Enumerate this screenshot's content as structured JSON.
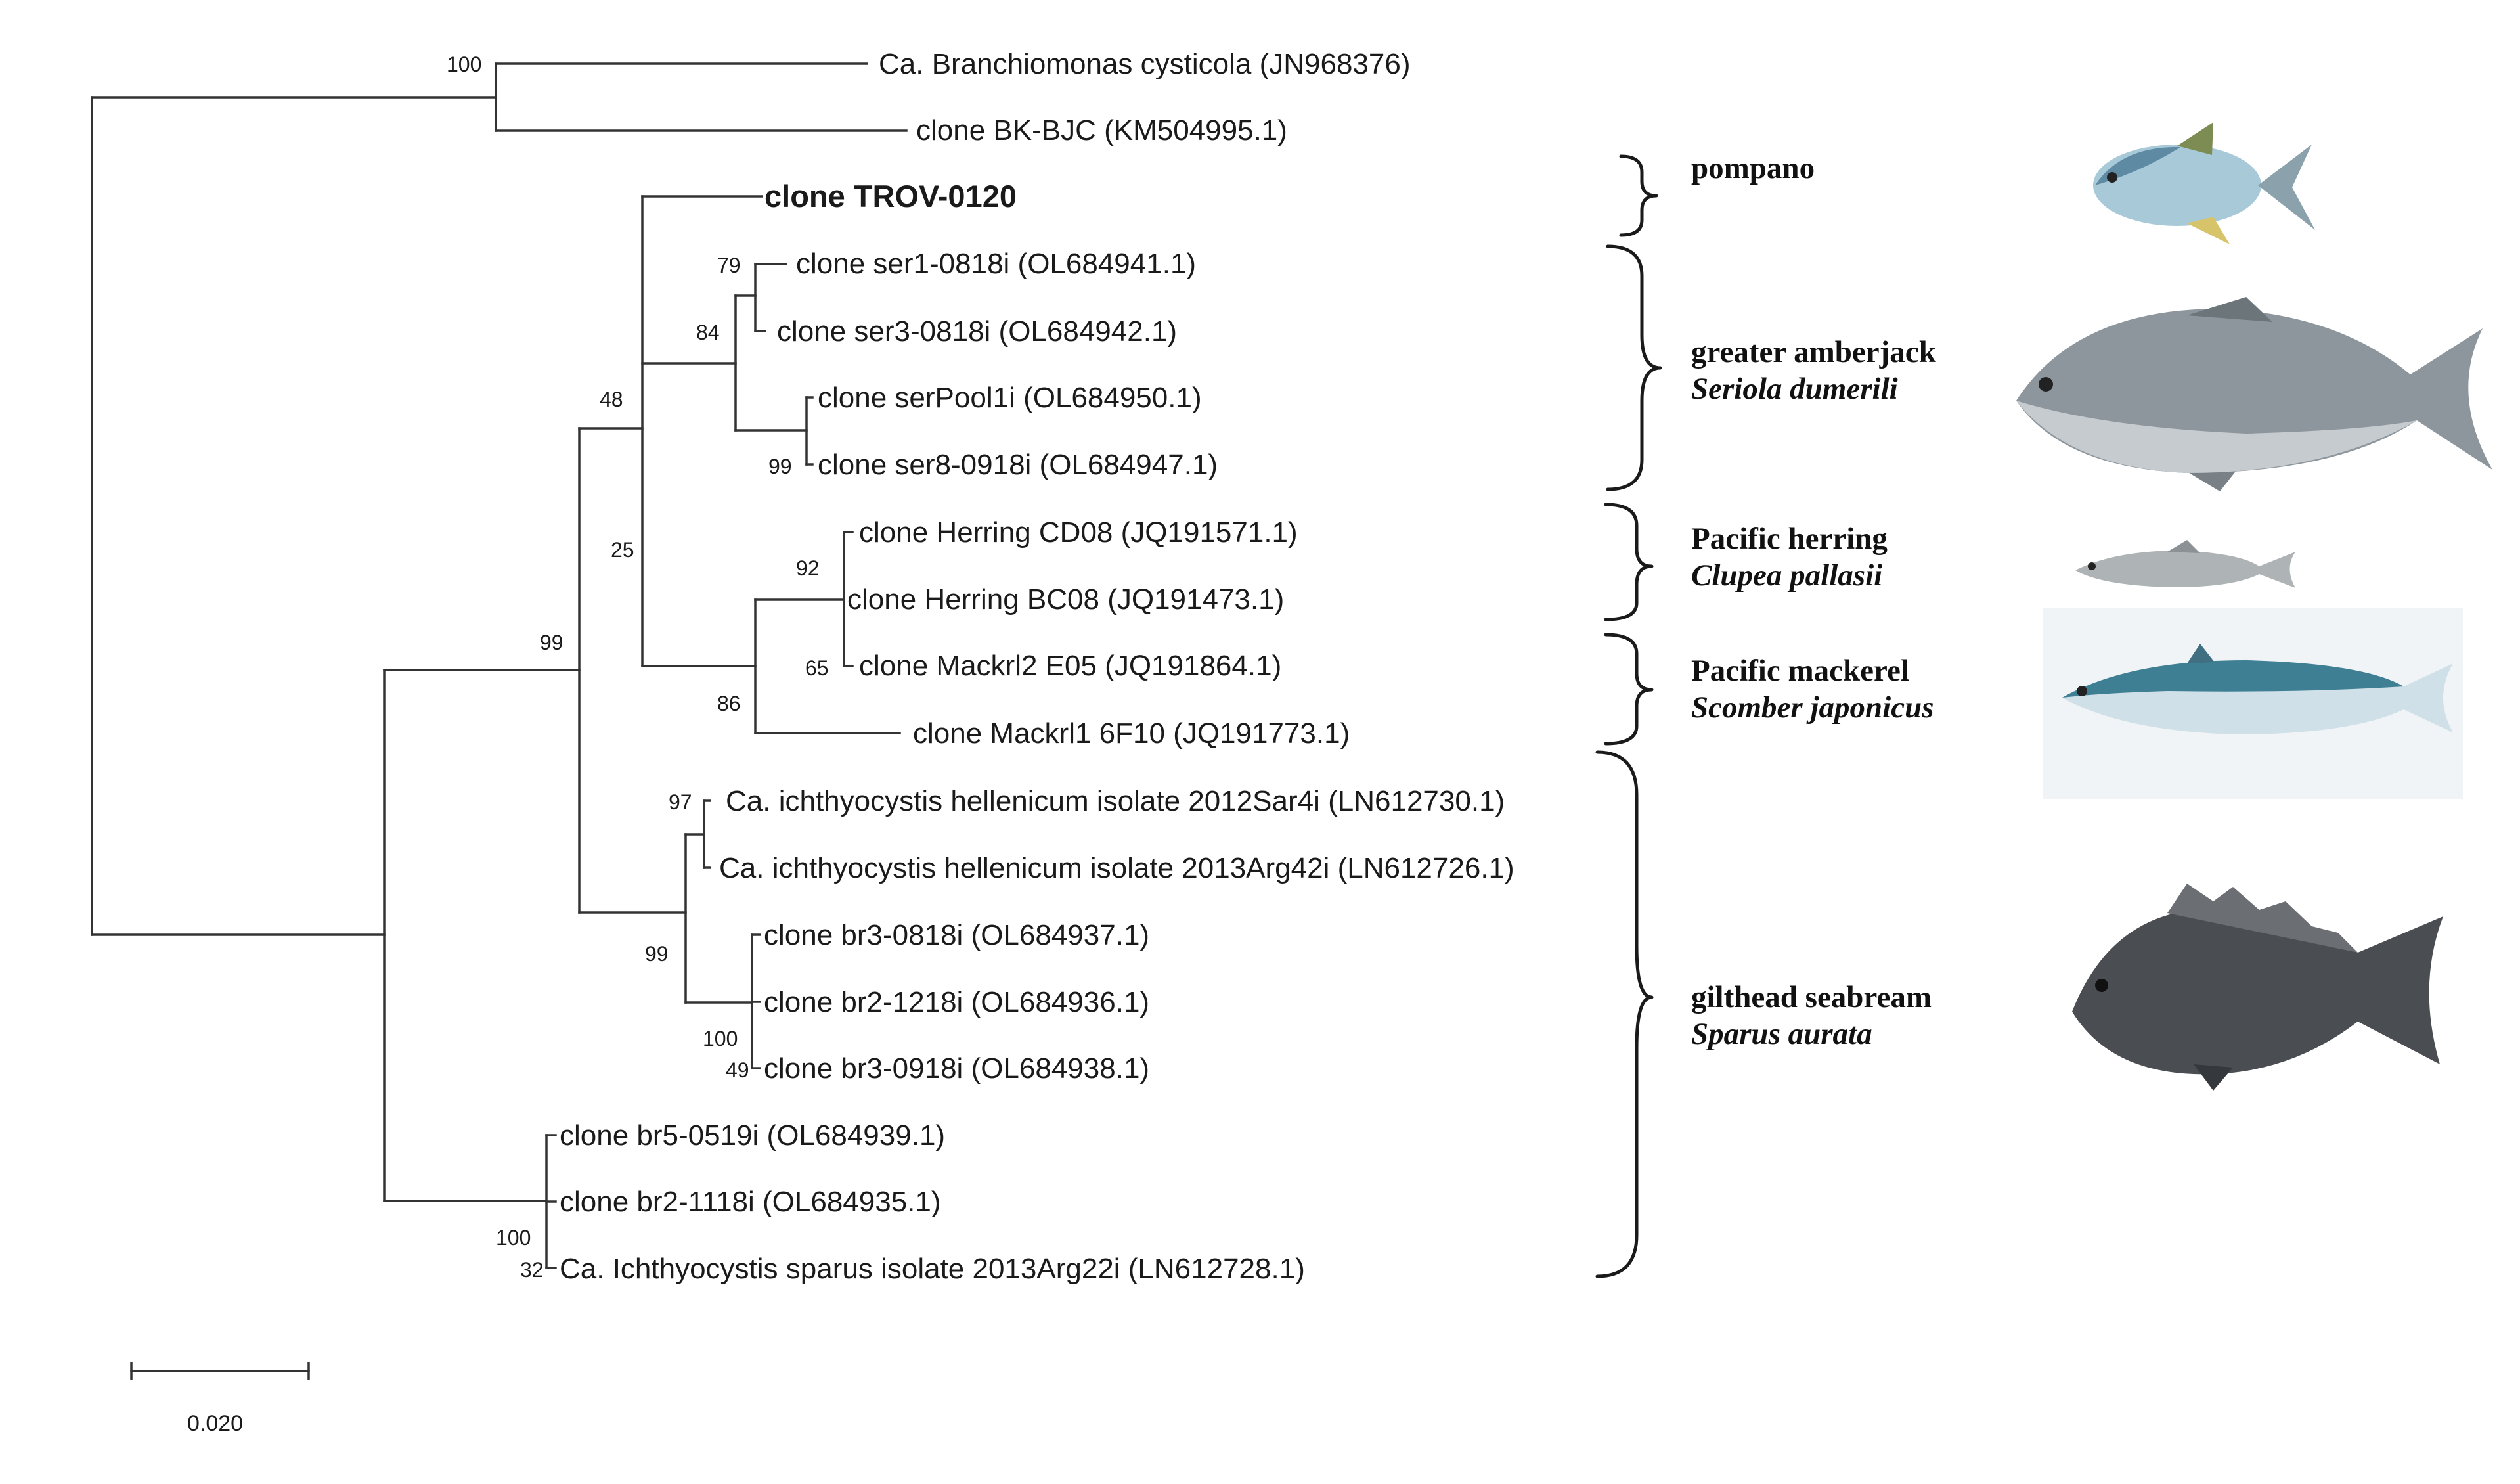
{
  "tree": {
    "taxa": [
      "Ca. Branchiomonas cysticola (JN968376)",
      "clone BK-BJC (KM504995.1)",
      "clone TROV-0120",
      "clone ser1-0818i (OL684941.1)",
      "clone ser3-0818i (OL684942.1)",
      "clone serPool1i (OL684950.1)",
      "clone ser8-0918i (OL684947.1)",
      "clone Herring CD08 (JQ191571.1)",
      "clone Herring BC08 (JQ191473.1)",
      "clone Mackrl2 E05 (JQ191864.1)",
      "clone Mackrl1 6F10 (JQ191773.1)",
      "Ca. ichthyocystis hellenicum isolate 2012Sar4i (LN612730.1)",
      "Ca. ichthyocystis hellenicum isolate 2013Arg42i (LN612726.1)",
      "clone br3-0818i (OL684937.1)",
      "clone br2-1218i (OL684936.1)",
      "clone br3-0918i (OL684938.1)",
      "clone br5-0519i (OL684939.1)",
      "clone br2-1118i (OL684935.1)",
      "Ca. Ichthyocystis sparus isolate 2013Arg22i (LN612728.1)"
    ],
    "support_values": [
      "100",
      "79",
      "84",
      "99",
      "48",
      "25",
      "92",
      "65",
      "86",
      "99",
      "97",
      "99",
      "100",
      "49",
      "100",
      "32"
    ],
    "scale_bar": "0.020"
  },
  "hosts": [
    {
      "common": "pompano",
      "latin": ""
    },
    {
      "common": "greater amberjack",
      "latin": "Seriola dumerili"
    },
    {
      "common": "Pacific herring",
      "latin": "Clupea pallasii"
    },
    {
      "common": "Pacific mackerel",
      "latin": "Scomber japonicus"
    },
    {
      "common": "gilthead seabream",
      "latin": "Sparus aurata"
    }
  ],
  "colors": {
    "pompano_body": "#a7c9d8",
    "amberjack_body": "#8d969c",
    "herring_body": "#aeb3b5",
    "mackerel_back": "#3f7f93",
    "seabream_body": "#4a4d52"
  }
}
